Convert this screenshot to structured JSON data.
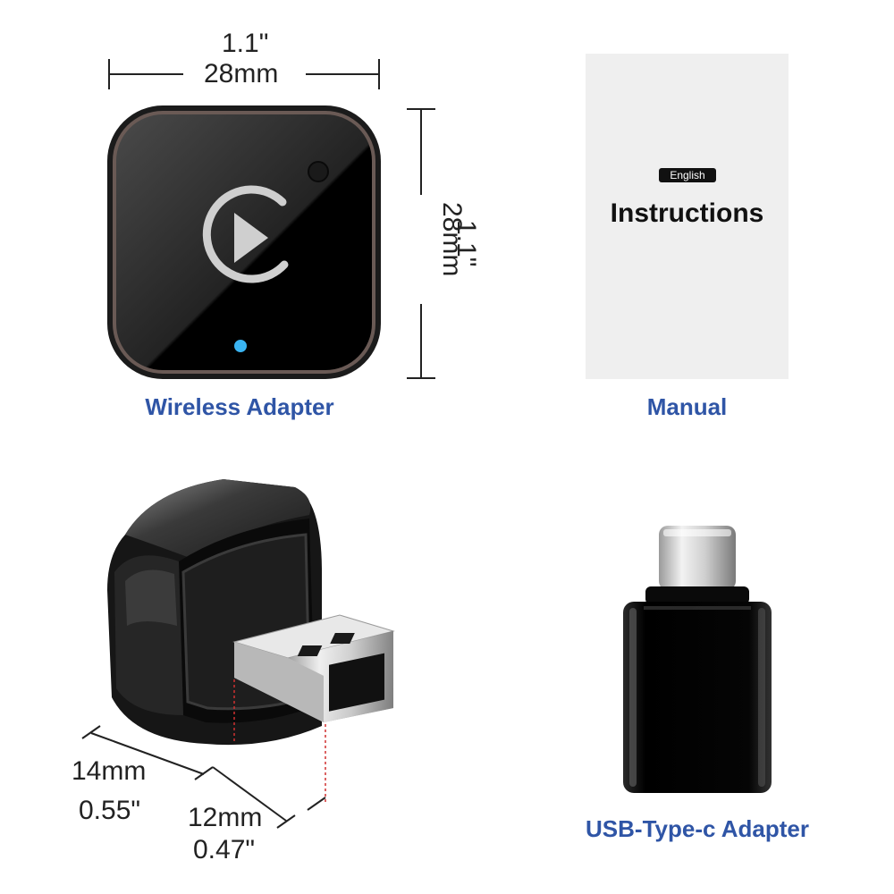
{
  "wireless_adapter": {
    "caption": "Wireless Adapter",
    "width_inch": "1.1\"",
    "width_mm": "28mm",
    "height_inch": "1.1\"",
    "height_mm": "28mm"
  },
  "manual": {
    "caption": "Manual",
    "badge": "English",
    "title": "Instructions"
  },
  "usb_adapter": {
    "depth_mm": "14mm",
    "depth_inch": "0.55\"",
    "width_mm": "12mm",
    "width_inch": "0.47\""
  },
  "type_c_adapter": {
    "caption": "USB-Type-c Adapter"
  },
  "colors": {
    "caption_blue": "#2f55a6",
    "led_blue": "#3ab4f2"
  }
}
